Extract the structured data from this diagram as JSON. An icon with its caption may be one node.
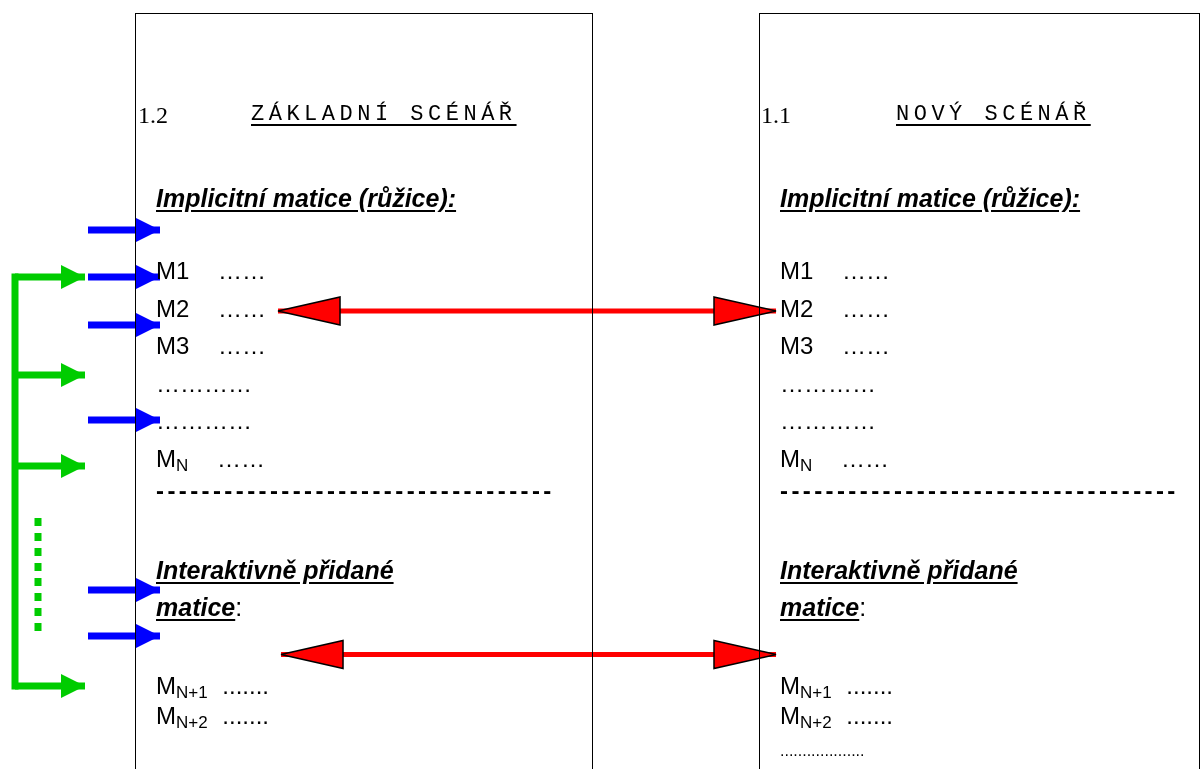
{
  "diagram": {
    "nodes": [
      {
        "text": [
          "1.2",
          "ZÁKLADNÍ SCÉNÁŘ",
          "Implicitní matice (růžice):",
          "M1 ……",
          "M3 ……",
          "…………",
          "…………",
          "M$_{N}$ ……",
          "-----------------------------------",
          "**Interaktivně přidané matice**:",
          "M$_{N+2}$ ......."
        ]
      },
      {
        "text": [
          "M2 ……"
        ],
        "in": 0
      },
      {
        "text": [
          "M$_{N+1}$ ......."
        ],
        "in": 0
      },
      {
        "text": [
          "1.1",
          "NOVÝ SCÉNÁŘ",
          "Implicitní matice (růžice):",
          "M1 ……",
          "M3 ……",
          "…………",
          "…………",
          "M$_{N}$ ……",
          "-----------------------------------",
          "**Interaktivně přidané matice**:",
          "M$_{N+2}$ .......",
          "..................."
        ]
      },
      {
        "text": [
          "M2 ……"
        ],
        "in": 3
      },
      {
        "text": [
          "M$_{N+1}$ ......."
        ],
        "in": 3
      }
    ],
    "edges": [
      {
        "from": 1,
        "to": 4,
        "arrow": "both",
        "color": "#ff0000"
      },
      {
        "from": 2,
        "to": 5,
        "arrow": "both",
        "color": "#ff0000"
      },
      {
        "from": null,
        "to": 0,
        "arrow": "to",
        "color": "#0000ff"
      },
      {
        "from": null,
        "to": 0,
        "arrow": "to",
        "color": "#0000ff"
      },
      {
        "from": null,
        "to": 0,
        "arrow": "to",
        "color": "#0000ff"
      },
      {
        "from": null,
        "to": 0,
        "arrow": "to",
        "color": "#0000ff"
      },
      {
        "from": null,
        "to": 0,
        "arrow": "to",
        "color": "#0000ff"
      },
      {
        "from": null,
        "to": 0,
        "arrow": "to",
        "color": "#0000ff"
      },
      {
        "from": null,
        "to": 0,
        "arrow": "to",
        "color": "#00cc00"
      },
      {
        "from": null,
        "to": 0,
        "arrow": "to",
        "color": "#00cc00"
      },
      {
        "from": null,
        "to": 0,
        "arrow": "to",
        "color": "#00cc00"
      },
      {
        "from": null,
        "to": 0,
        "arrow": "to",
        "color": "#00cc00"
      }
    ]
  }
}
